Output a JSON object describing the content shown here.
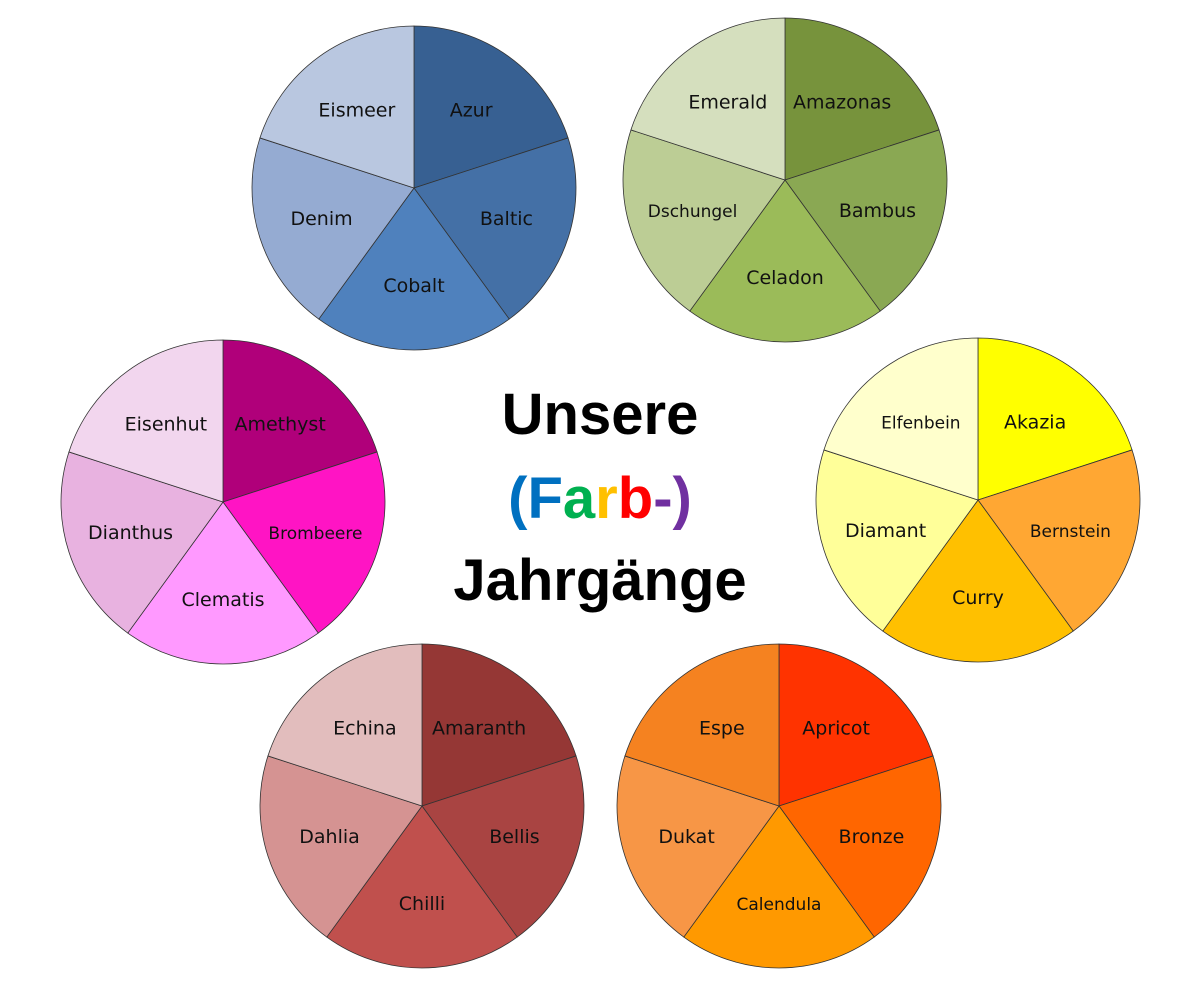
{
  "title": {
    "line1": "Unsere",
    "line2": [
      {
        "text": "(",
        "color": "#0070C0"
      },
      {
        "text": "F",
        "color": "#0070C0"
      },
      {
        "text": "a",
        "color": "#00B050"
      },
      {
        "text": "r",
        "color": "#FFC000"
      },
      {
        "text": "b",
        "color": "#FF0000"
      },
      {
        "text": "-",
        "color": "#7030A0"
      },
      {
        "text": ")",
        "color": "#7030A0"
      }
    ],
    "line3": "Jahrgänge"
  },
  "groups": [
    {
      "id": "blue",
      "slices": [
        {
          "label": "Azur",
          "color": "#376092"
        },
        {
          "label": "Baltic",
          "color": "#4470A6"
        },
        {
          "label": "Cobalt",
          "color": "#4F81BD"
        },
        {
          "label": "Denim",
          "color": "#95ABD2"
        },
        {
          "label": "Eismeer",
          "color": "#B9C7E0"
        }
      ]
    },
    {
      "id": "green",
      "slices": [
        {
          "label": "Amazonas",
          "color": "#77933C"
        },
        {
          "label": "Bambus",
          "color": "#8AA853"
        },
        {
          "label": "Celadon",
          "color": "#9BBB59"
        },
        {
          "label": "Dschungel",
          "color": "#BCCD95"
        },
        {
          "label": "Emerald",
          "color": "#D5DFBE"
        }
      ]
    },
    {
      "id": "pink",
      "slices": [
        {
          "label": "Amethyst",
          "color": "#B0007A"
        },
        {
          "label": "Brombeere",
          "color": "#FF14C4"
        },
        {
          "label": "Clematis",
          "color": "#FF99FF"
        },
        {
          "label": "Dianthus",
          "color": "#E8B2E0"
        },
        {
          "label": "Eisenhut",
          "color": "#F2D6EE"
        }
      ]
    },
    {
      "id": "yellow",
      "slices": [
        {
          "label": "Akazia",
          "color": "#FFFF00"
        },
        {
          "label": "Bernstein",
          "color": "#FFA733"
        },
        {
          "label": "Curry",
          "color": "#FFC000"
        },
        {
          "label": "Diamant",
          "color": "#FFFF99"
        },
        {
          "label": "Elfenbein",
          "color": "#FFFFCC"
        }
      ]
    },
    {
      "id": "red",
      "slices": [
        {
          "label": "Amaranth",
          "color": "#953735"
        },
        {
          "label": "Bellis",
          "color": "#A94442"
        },
        {
          "label": "Chilli",
          "color": "#C0504D"
        },
        {
          "label": "Dahlia",
          "color": "#D59392"
        },
        {
          "label": "Echina",
          "color": "#E2BDBD"
        }
      ]
    },
    {
      "id": "orange",
      "slices": [
        {
          "label": "Apricot",
          "color": "#FF3300"
        },
        {
          "label": "Bronze",
          "color": "#FF6600"
        },
        {
          "label": "Calendula",
          "color": "#FF9900"
        },
        {
          "label": "Dukat",
          "color": "#F79646"
        },
        {
          "label": "Espe",
          "color": "#F58220"
        }
      ]
    }
  ]
}
